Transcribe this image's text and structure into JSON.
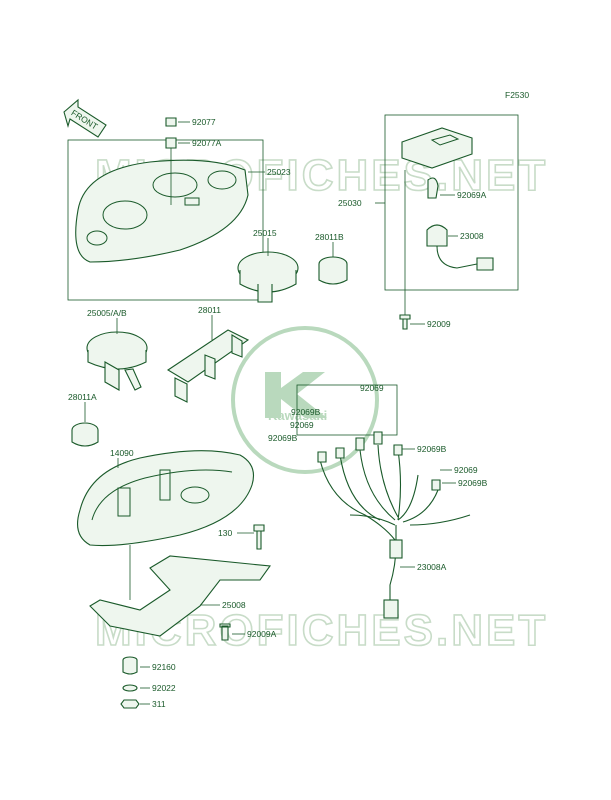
{
  "figure_id": "F2530",
  "front_label": "FRONT",
  "watermark": "MICROFICHES.NET",
  "logo_text": "Kawasaki",
  "labels": {
    "p92077": "92077",
    "p92077A": "92077A",
    "p25023": "25023",
    "p25030": "25030",
    "p92069A": "92069A",
    "p23008": "23008",
    "p92009": "92009",
    "p25015": "25015",
    "p28011B": "28011B",
    "p28011": "28011",
    "p25005AB": "25005/A/B",
    "p28011A": "28011A",
    "p92069_top": "92069",
    "p92069B_1": "92069B",
    "p92069_2": "92069",
    "p92069B_3": "92069B",
    "p92069B_4": "92069B",
    "p92069_5": "92069",
    "p92069B_6": "92069B",
    "p14090": "14090",
    "p130": "130",
    "p23008A": "23008A",
    "p25008": "25008",
    "p92009A": "92009A",
    "p92160": "92160",
    "p92022": "92022",
    "p311": "311"
  },
  "colors": {
    "line": "#1a5a2a",
    "watermark": "#c8dcc8",
    "logo": "#b9d9bd"
  }
}
